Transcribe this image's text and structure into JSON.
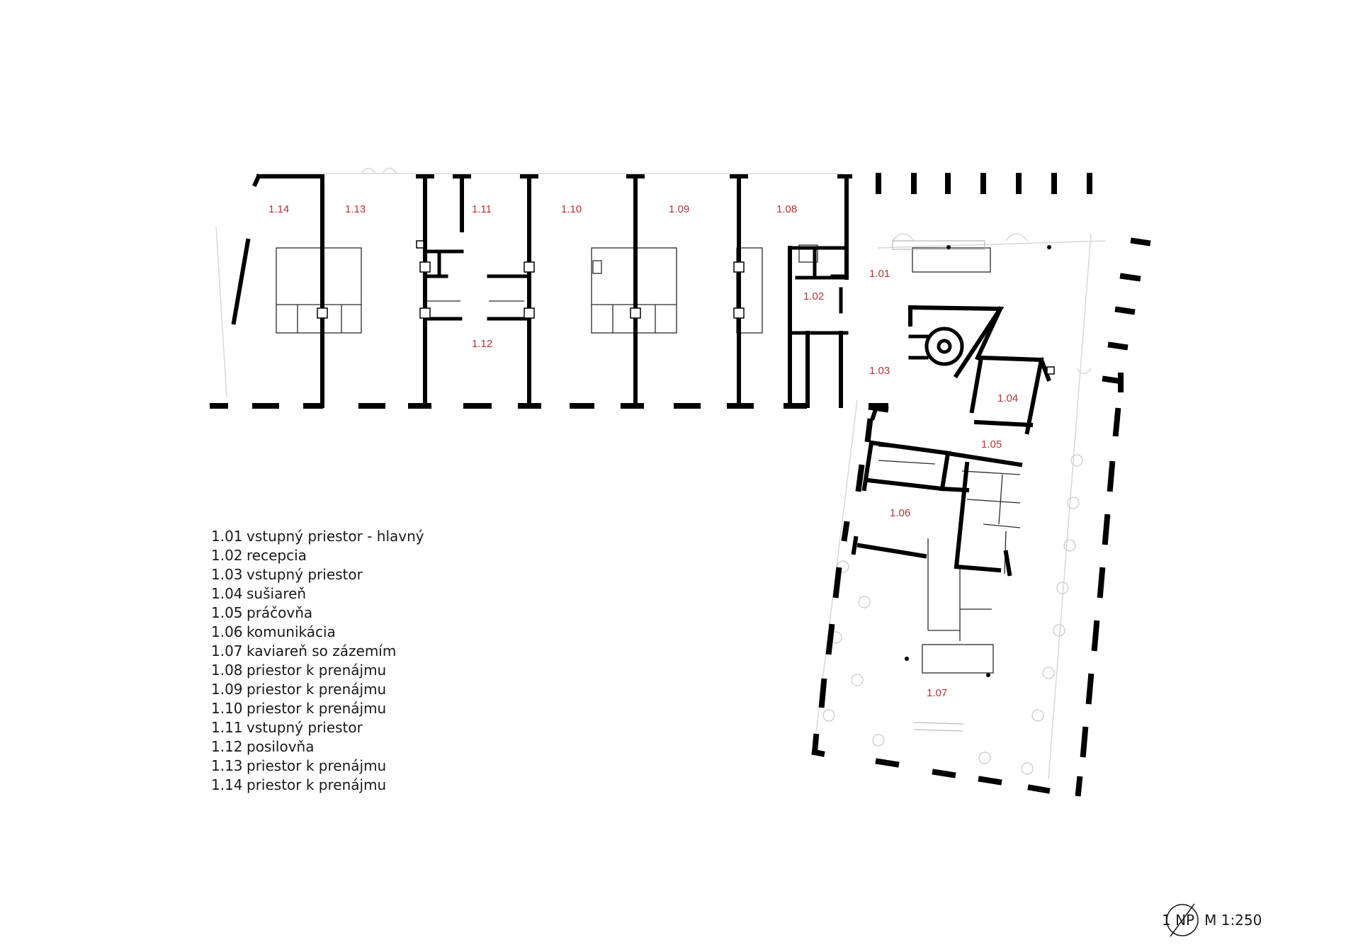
{
  "rooms": [
    {
      "id": "1.14"
    },
    {
      "id": "1.13"
    },
    {
      "id": "1.11"
    },
    {
      "id": "1.10"
    },
    {
      "id": "1.09"
    },
    {
      "id": "1.08"
    },
    {
      "id": "1.01"
    },
    {
      "id": "1.02"
    },
    {
      "id": "1.12"
    },
    {
      "id": "1.03"
    },
    {
      "id": "1.04"
    },
    {
      "id": "1.05"
    },
    {
      "id": "1.06"
    },
    {
      "id": "1.07"
    }
  ],
  "legend": [
    {
      "num": "1.01",
      "name": "vstupný priestor - hlavný"
    },
    {
      "num": "1.02",
      "name": "recepcia"
    },
    {
      "num": "1.03",
      "name": "vstupný priestor"
    },
    {
      "num": "1.04",
      "name": "sušiareň"
    },
    {
      "num": "1.05",
      "name": "práčovňa"
    },
    {
      "num": "1.06",
      "name": "komunikácia"
    },
    {
      "num": "1.07",
      "name": "kaviareň so zázemím"
    },
    {
      "num": "1.08",
      "name": "priestor k prenájmu"
    },
    {
      "num": "1.09",
      "name": "priestor k prenájmu"
    },
    {
      "num": "1.10",
      "name": "priestor k prenájmu"
    },
    {
      "num": "1.11",
      "name": "vstupný priestor"
    },
    {
      "num": "1.12",
      "name": "posilovňa"
    },
    {
      "num": "1.13",
      "name": "priestor k prenájmu"
    },
    {
      "num": "1.14",
      "name": "priestor k prenájmu"
    }
  ],
  "floor": "1 NP",
  "scale": "M 1:250",
  "colors": {
    "label_red": "#b5333a",
    "wall": "#000000",
    "text": "#1a1a1a"
  },
  "icons": {
    "north": "north-arrow-icon"
  }
}
